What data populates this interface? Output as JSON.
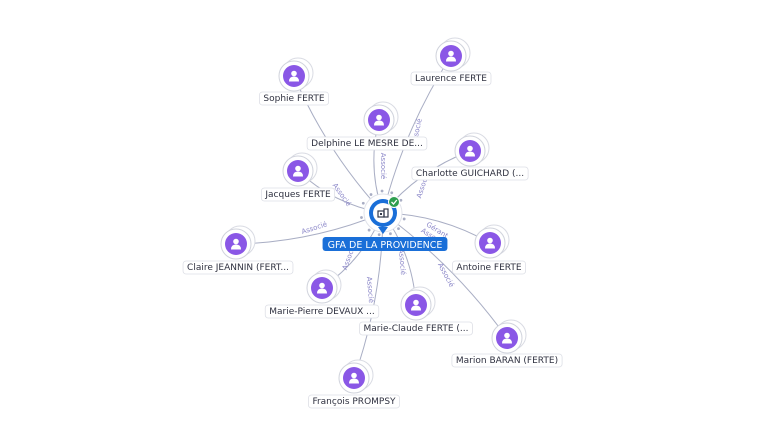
{
  "center": {
    "label": "GFA DE LA PROVIDENCE",
    "icon": "building-icon",
    "badge_icon": "check-icon",
    "color": "#1a6fd8",
    "badge_color": "#2e9e4f"
  },
  "person_color": "#8a57e6",
  "nodes": [
    {
      "id": "sophie",
      "label": "Sophie FERTE",
      "icon": "person-icon",
      "role": ""
    },
    {
      "id": "laurence",
      "label": "Laurence FERTE",
      "icon": "person-icon",
      "role": "Associé"
    },
    {
      "id": "delphine",
      "label": "Delphine LE MESRE DE...",
      "icon": "person-icon",
      "role": "Associé"
    },
    {
      "id": "charlotte",
      "label": "Charlotte GUICHARD (...",
      "icon": "person-icon",
      "role": "Associé"
    },
    {
      "id": "jacques",
      "label": "Jacques FERTE",
      "icon": "person-icon",
      "role": "Associé"
    },
    {
      "id": "claire",
      "label": "Claire JEANNIN (FERT...",
      "icon": "person-icon",
      "role": "Associé"
    },
    {
      "id": "antoine",
      "label": "Antoine FERTE",
      "icon": "person-icon",
      "role": "Gérant\nAssocié"
    },
    {
      "id": "mariepierre",
      "label": "Marie-Pierre DEVAUX ...",
      "icon": "person-icon",
      "role": "Associé"
    },
    {
      "id": "marieclaude",
      "label": "Marie-Claude FERTE (...",
      "icon": "person-icon",
      "role": "Associé"
    },
    {
      "id": "marion",
      "label": "Marion BARAN (FERTE)",
      "icon": "person-icon",
      "role": "Associé"
    },
    {
      "id": "francois",
      "label": "François PROMPSY",
      "icon": "person-icon",
      "role": "Associé"
    }
  ]
}
